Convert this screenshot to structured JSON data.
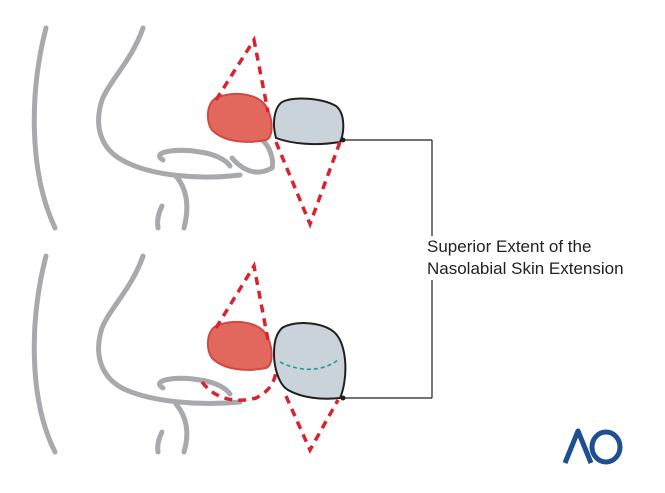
{
  "diagram": {
    "callout": {
      "line1": "Superior Extent of the",
      "line2": "Nasolabial Skin Extension"
    },
    "logo": {
      "text": "AO",
      "color": "#1d4f91"
    },
    "colors": {
      "profile_outline": "#a7a9ac",
      "flap_red": "#e2675d",
      "flap_red_edge": "#cf4a40",
      "dashed_red": "#d9232e",
      "gray_flap": "#c9d3d9",
      "gray_flap_edge": "#231f20",
      "inset_dash": "#1f9e94",
      "leader_line": "#231f20"
    }
  }
}
